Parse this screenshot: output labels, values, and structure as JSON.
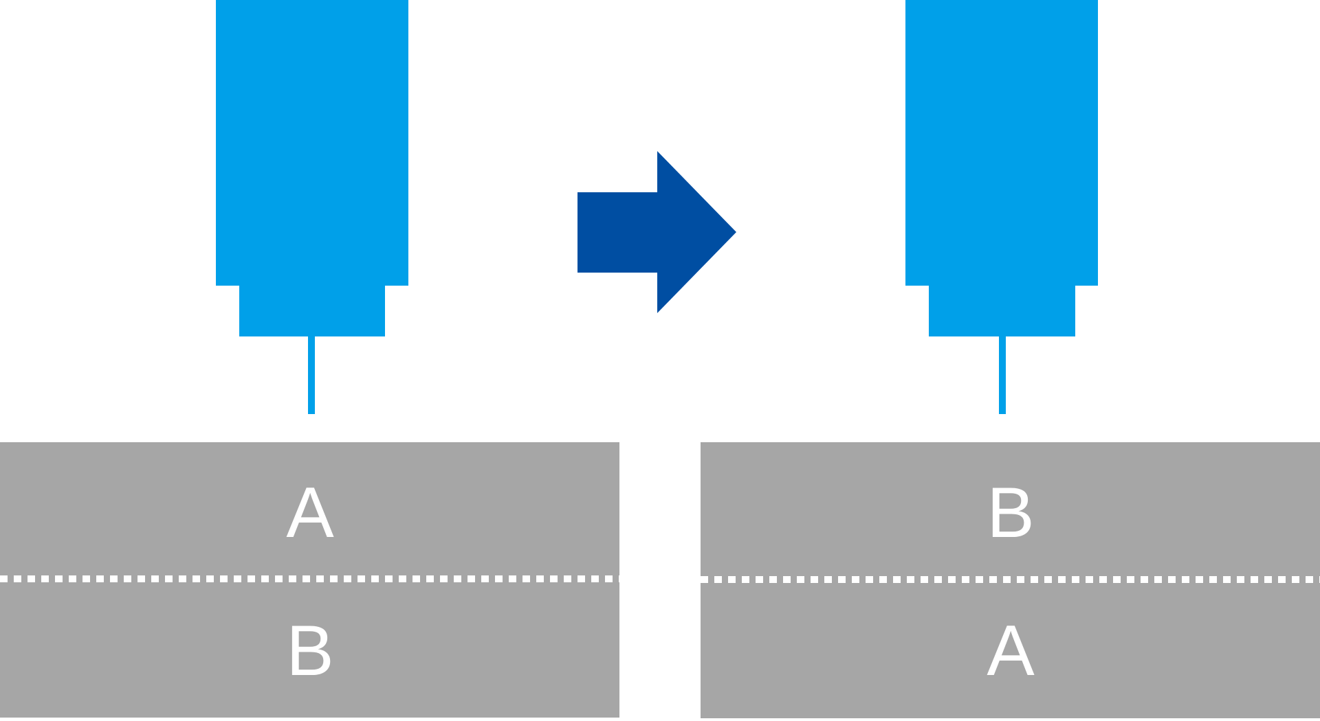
{
  "colors": {
    "tool": "#00a0e9",
    "arrow": "#004ea2",
    "block": "#a6a6a6",
    "text": "#ffffff",
    "divider": "#ffffff",
    "background": "#ffffff"
  },
  "panels": [
    {
      "top_label": "A",
      "bottom_label": "B"
    },
    {
      "top_label": "B",
      "bottom_label": "A"
    }
  ],
  "icons": {
    "arrow": "arrow-right-icon"
  }
}
